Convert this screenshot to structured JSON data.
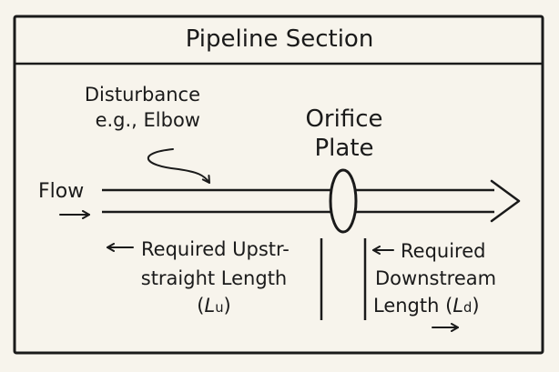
{
  "title": "Pipeline Section",
  "disturbance": {
    "line1": "Disturbance",
    "line2": "e.g., Elbow"
  },
  "orifice": {
    "line1": "Orifice",
    "line2": "Plate"
  },
  "flow_label": "Flow",
  "upstream": {
    "line1": "Required Upstr-",
    "line2": "straight Length",
    "sym_open": "(",
    "sym_main": "L",
    "sym_sub": "u",
    "sym_close": ")"
  },
  "downstream": {
    "line1": "Required",
    "line2": "Downstream",
    "line3": "Length (",
    "sym_main": "L",
    "sym_sub": "d",
    "sym_close": ")"
  },
  "colors": {
    "ink": "#1a1a1a",
    "paper": "#f7f4ec"
  }
}
